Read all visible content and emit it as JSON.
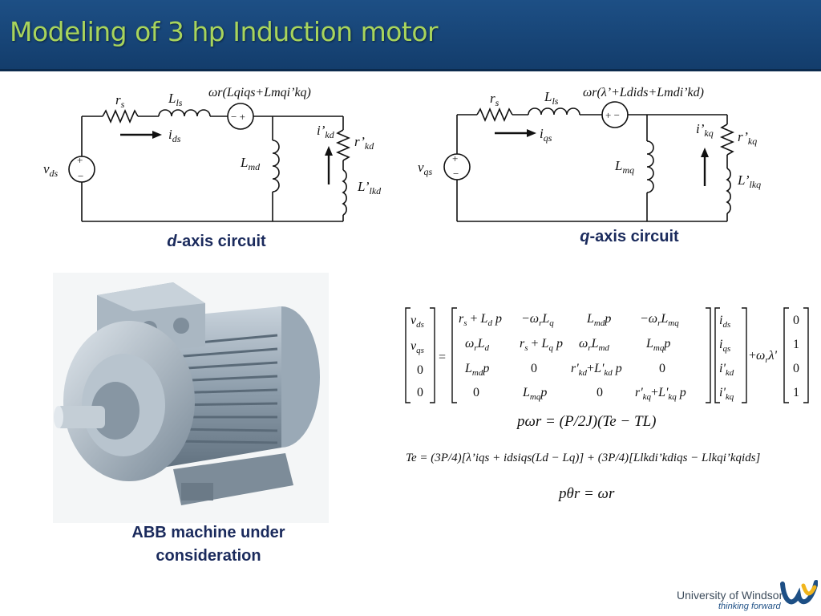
{
  "slide": {
    "title": "Modeling of 3 hp Induction motor"
  },
  "d_circuit": {
    "caption_var": "d",
    "caption_rest": "-axis circuit",
    "rs": "r",
    "rs_sub": "s",
    "lls": "L",
    "lls_sub": "ls",
    "src_expr": "ωr(Lqiqs+Lmqi’kq)",
    "src_sign": "− +",
    "ids": "i",
    "ids_sub": "ds",
    "lmd": "L",
    "lmd_sub": "md",
    "ikd": "i’",
    "ikd_sub": "kd",
    "rkd": "r’",
    "rkd_sub": "kd",
    "llkd": "L’",
    "llkd_sub": "lkd",
    "vds": "v",
    "vds_sub": "ds"
  },
  "q_circuit": {
    "caption_var": "q",
    "caption_rest": "-axis circuit",
    "rs": "r",
    "rs_sub": "s",
    "lls": "L",
    "lls_sub": "ls",
    "src_expr": "ωr(λ’+Ldids+Lmdi’kd)",
    "src_sign": "+ −",
    "iqs": "i",
    "iqs_sub": "qs",
    "lmq": "L",
    "lmq_sub": "mq",
    "ikq": "i’",
    "ikq_sub": "kq",
    "rkq": "r’",
    "rkq_sub": "kq",
    "llkq": "L’",
    "llkq_sub": "lkq",
    "vqs": "v",
    "vqs_sub": "qs"
  },
  "motor": {
    "caption": "ABB machine under consideration"
  },
  "equations": {
    "eq1": "pωr = (P/2J)(Te − TL)",
    "eq2": "Te = (3P/4)[λ’iqs + idsiqs(Ld − Lq)] + (3P/4)[Llkdi’kdiqs − Llkqi’kqids]",
    "eq3": "pθr = ωr"
  },
  "logo": {
    "name": "University of Windsor",
    "tagline": "thinking forward"
  }
}
